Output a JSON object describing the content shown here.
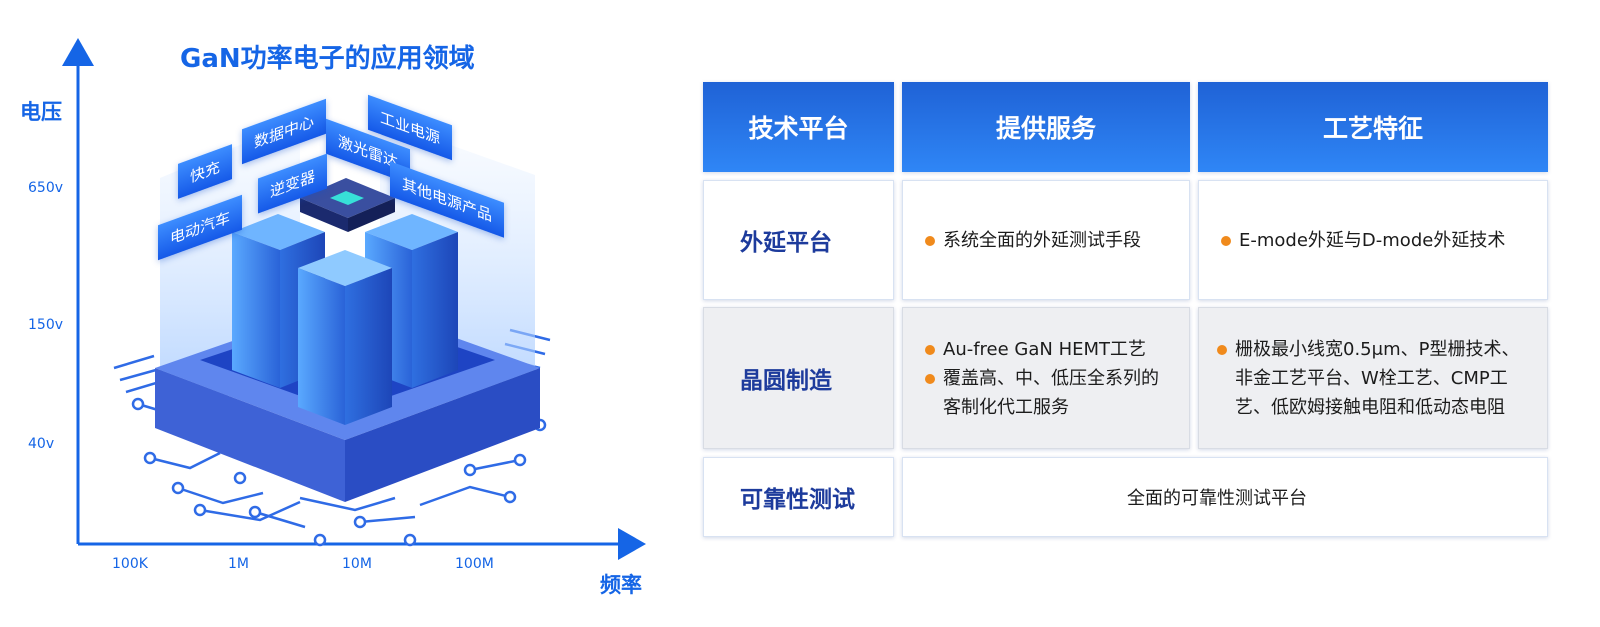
{
  "diagram": {
    "title": "GaN功率电子的应用领域",
    "y_axis_label": "电压",
    "x_axis_label": "频率",
    "y_ticks": [
      "650v",
      "150v",
      "40v"
    ],
    "x_ticks": [
      "100K",
      "1M",
      "10M",
      "100M"
    ],
    "tags": [
      "快充",
      "数据中心",
      "工业电源",
      "激光雷达",
      "逆变器",
      "电动汽车",
      "其他电源产品"
    ]
  },
  "table": {
    "headers": [
      "技术平台",
      "提供服务",
      "工艺特征"
    ],
    "rows": [
      {
        "label": "外延平台",
        "service": [
          "系统全面的外延测试手段"
        ],
        "feature": [
          "E-mode外延与D-mode外延技术"
        ]
      },
      {
        "label": "晶圆制造",
        "service": [
          "Au-free GaN HEMT工艺",
          "覆盖高、中、低压全系列的客制化代工服务"
        ],
        "feature": [
          "栅极最小线宽0.5μm、P型栅技术、非金工艺平台、W栓工艺、CMP工艺、低欧姆接触电阻和低动态电阻"
        ]
      },
      {
        "label": "可靠性测试",
        "merged": "全面的可靠性测试平台"
      }
    ]
  },
  "colors": {
    "accent": "#1565e6",
    "header_top": "#1f62d6",
    "header_bottom": "#2f86f6",
    "bullet": "#f08a1c"
  }
}
